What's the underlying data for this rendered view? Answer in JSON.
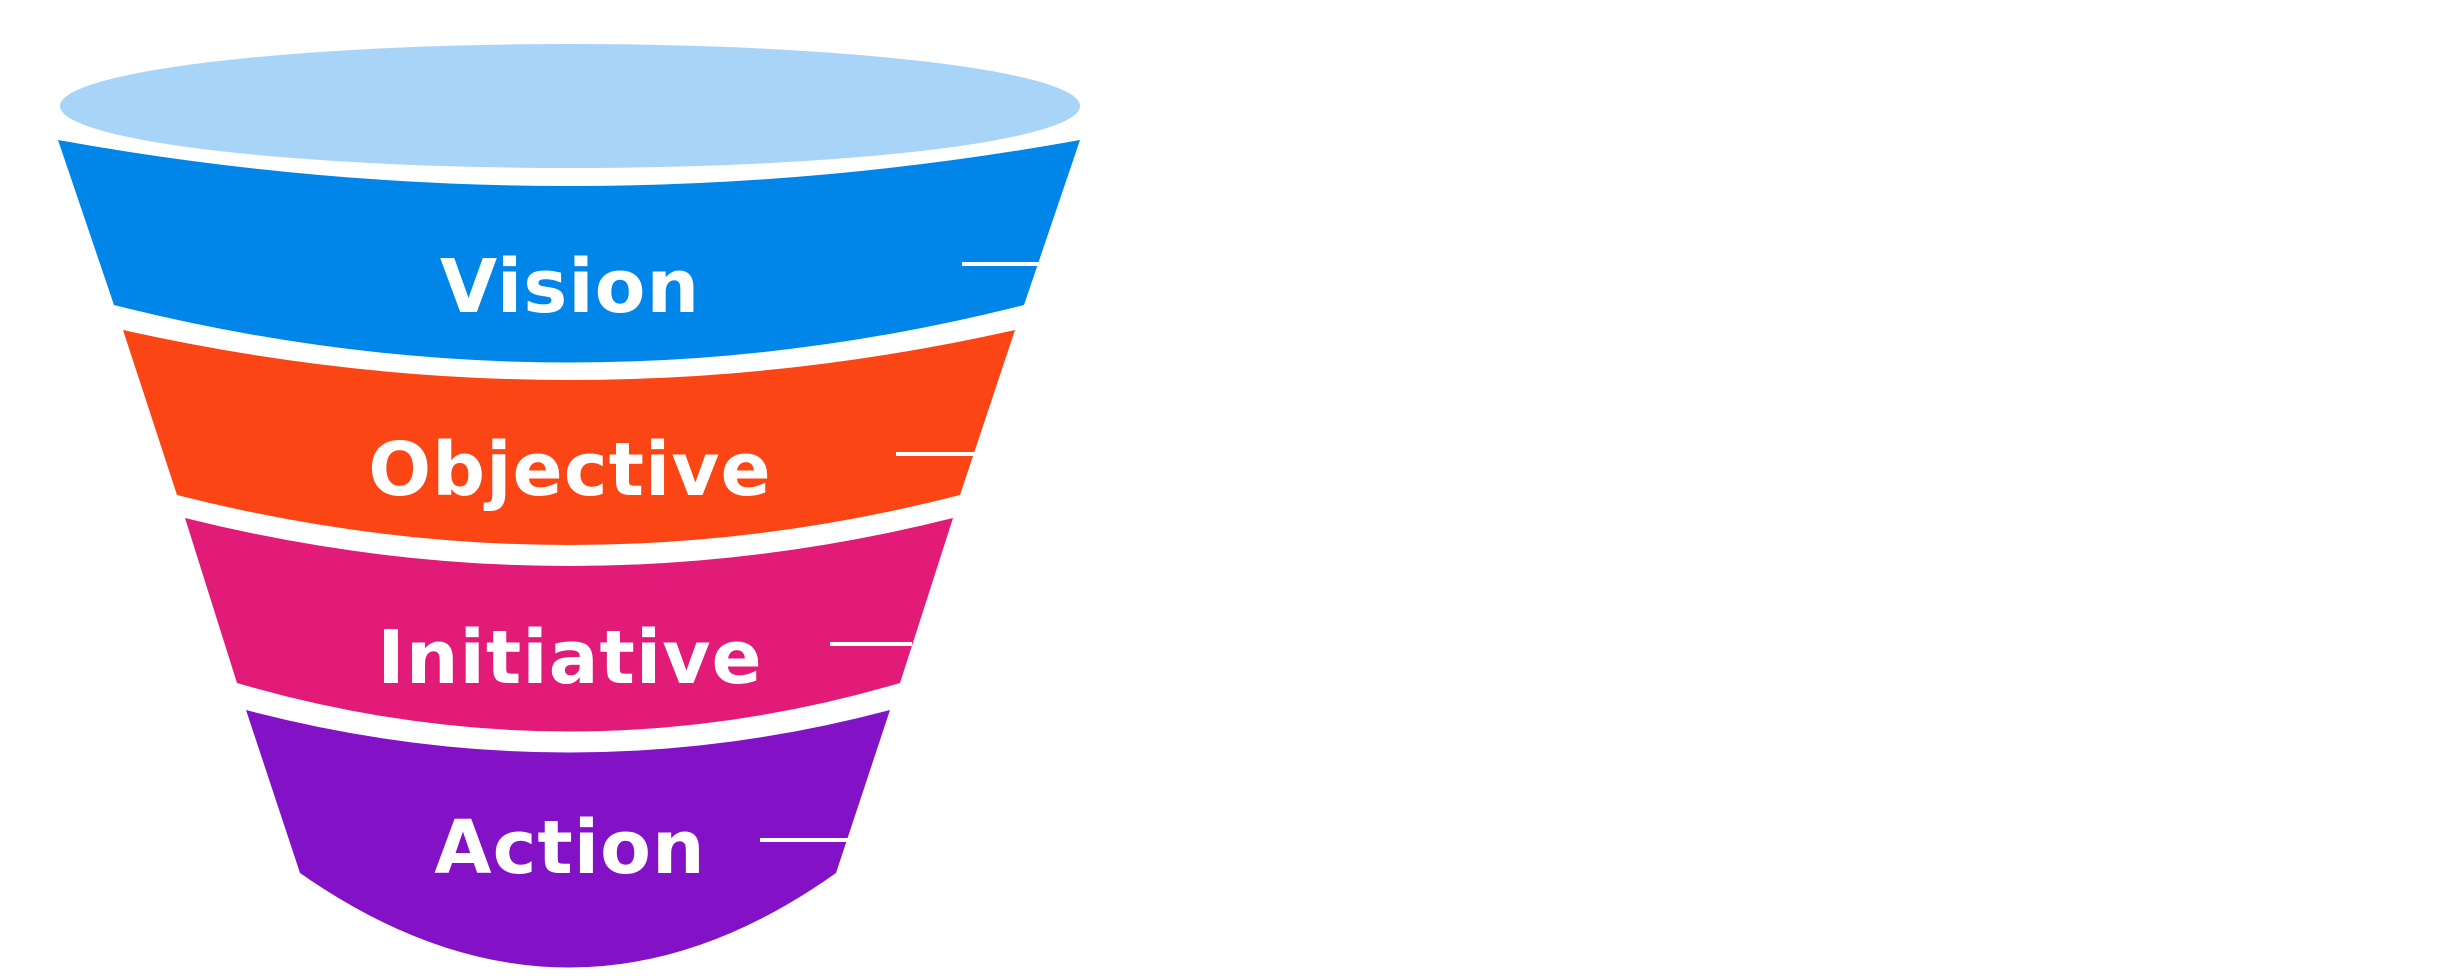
{
  "funnel": {
    "rim_color": "#A8D4F7",
    "layers": [
      {
        "label": "Vision",
        "color": "#0085E8"
      },
      {
        "label": "Objective",
        "color": "#FC4515"
      },
      {
        "label": "Initiative",
        "color": "#E21A78"
      },
      {
        "label": "Action",
        "color": "#8312C6"
      }
    ]
  }
}
